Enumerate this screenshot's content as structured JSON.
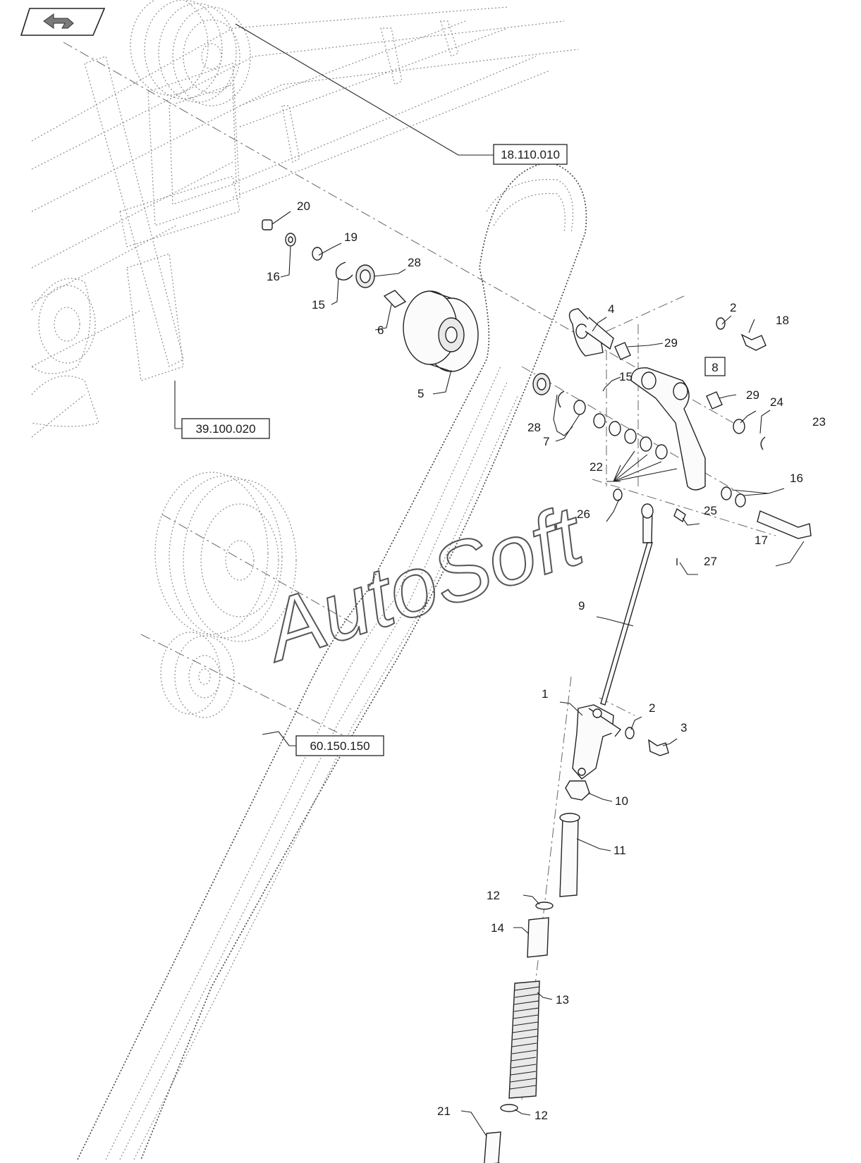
{
  "nav": {
    "back_icon": "return-arrow-icon"
  },
  "watermark": "AutoSoft",
  "references": [
    {
      "id": "ref-18110010",
      "label": "18.110.010"
    },
    {
      "id": "ref-39100020",
      "label": "39.100.020"
    },
    {
      "id": "ref-60150150",
      "label": "60.150.150"
    },
    {
      "id": "ref-8",
      "label": "8"
    }
  ],
  "callouts": {
    "p1": "1",
    "p2a": "2",
    "p2b": "2",
    "p3": "3",
    "p4": "4",
    "p5": "5",
    "p6": "6",
    "p7": "7",
    "p9": "9",
    "p10": "10",
    "p11": "11",
    "p12a": "12",
    "p12b": "12",
    "p13": "13",
    "p14": "14",
    "p15a": "15",
    "p15b": "15",
    "p16a": "16",
    "p16b": "16",
    "p17": "17",
    "p18": "18",
    "p19": "19",
    "p20": "20",
    "p21": "21",
    "p22": "22",
    "p23": "23",
    "p24": "24",
    "p25": "25",
    "p26": "26",
    "p27": "27",
    "p28a": "28",
    "p28b": "28",
    "p29a": "29",
    "p29b": "29"
  }
}
